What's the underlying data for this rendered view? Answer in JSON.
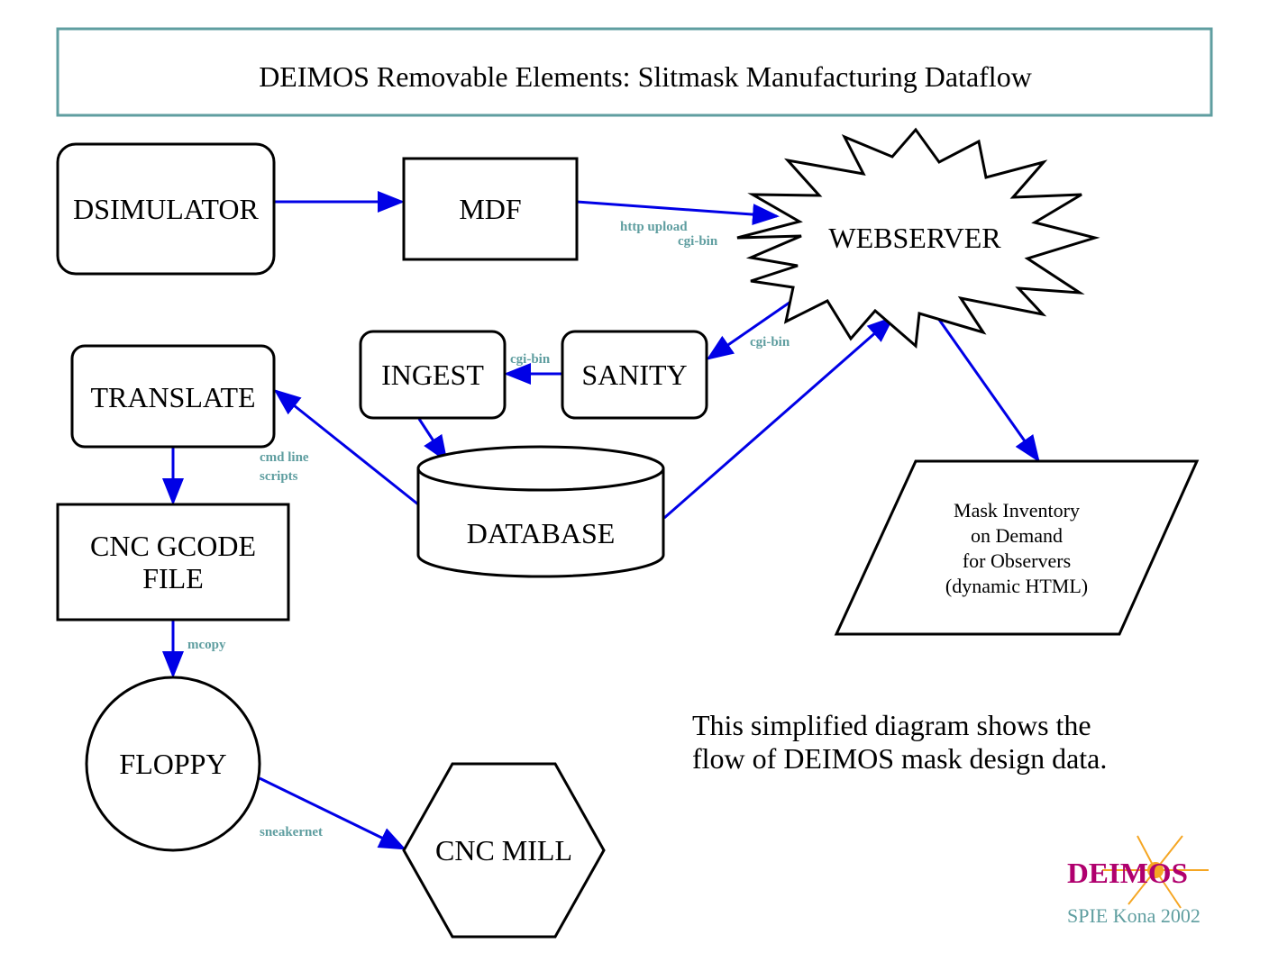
{
  "title": "DEIMOS Removable Elements:  Slitmask Manufacturing Dataflow",
  "nodes": {
    "dsimulator": "DSIMULATOR",
    "mdf": "MDF",
    "webserver": "WEBSERVER",
    "ingest": "INGEST",
    "sanity": "SANITY",
    "translate": "TRANSLATE",
    "database": "DATABASE",
    "cnc_gcode_line1": "CNC GCODE",
    "cnc_gcode_line2": "FILE",
    "floppy": "FLOPPY",
    "cnc_mill": "CNC MILL",
    "inventory_line1": "Mask Inventory",
    "inventory_line2": "on Demand",
    "inventory_line3": "for Observers",
    "inventory_line4": "(dynamic HTML)"
  },
  "edge_labels": {
    "http_upload": "http upload",
    "cgi_bin_upload": "cgi-bin",
    "cgi_bin_sanity": "cgi-bin",
    "cgi_bin_ingest": "cgi-bin",
    "cmd_line": "cmd line",
    "scripts": "scripts",
    "mcopy": "mcopy",
    "sneakernet": "sneakernet"
  },
  "caption_line1": "This simplified diagram shows the",
  "caption_line2": "flow of DEIMOS mask design data.",
  "logo": {
    "text": "DEIMOS",
    "credit": "SPIE Kona 2002"
  },
  "colors": {
    "arrow": "#0000e6",
    "edge_label": "#5f9ea0",
    "title_border": "#5f9ea0",
    "logo_text": "#b0006e",
    "logo_star": "#f5a623"
  }
}
